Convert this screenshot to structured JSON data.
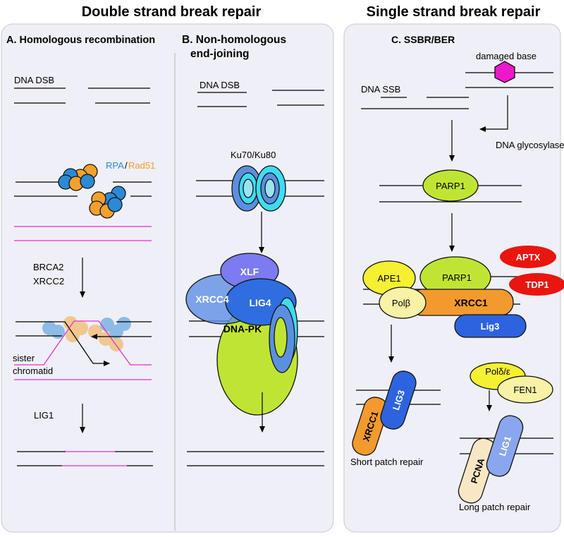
{
  "titles": {
    "dsb": "Double strand break repair",
    "ssb": "Single strand break repair"
  },
  "panel_a": {
    "title": "A. Homologous recombination",
    "dsb_label": "DNA DSB",
    "rpa": "RPA",
    "slash": "/",
    "rad51": "Rad51",
    "brca2": "BRCA2",
    "xrcc2": "XRCC2",
    "sister_1": "sister",
    "sister_2": "chromatid",
    "lig1": "LIG1"
  },
  "panel_b": {
    "title_1": "B.  Non-homologous",
    "title_2": "end-joining",
    "dsb_label": "DNA DSB",
    "ku": "Ku70/Ku80",
    "xlf": "XLF",
    "xrcc4": "XRCC4",
    "lig4": "LIG4",
    "dnapk": "DNA-PK"
  },
  "panel_c": {
    "title": "C. SSBR/BER",
    "damaged_base": "damaged base",
    "ssb_label": "DNA SSB",
    "glycosylase": "DNA glycosylase",
    "parp1_top": "PARP1",
    "ape1": "APE1",
    "parp1_mid": "PARP1",
    "aptx": "APTX",
    "tdp1": "TDP1",
    "polb": "Polβ",
    "xrcc1": "XRCC1",
    "lig3": "Lig3",
    "xrcc1_short": "XRCC1",
    "lig3_short": "LIG3",
    "short_patch": "Short patch repair",
    "pold": "Polδ/ε",
    "fen1": "FEN1",
    "pcna": "PCNA",
    "lig1_long": "LIG1",
    "long_patch": "Long patch repair"
  },
  "colors": {
    "panel_bg": "#efeff7",
    "panel_border": "#c8c8cc",
    "rpa_blue": "#2b8ad6",
    "rad51_orange": "#f4a02c",
    "magenta": "#e62fcf",
    "ku_cyan": "#3fdcf0",
    "ku_blue": "#5b8fe0",
    "xlf": "#7c7bf0",
    "xrcc4": "#5f8ee6",
    "lig4": "#2e6ede",
    "dnapk": "#bfe534",
    "parp1": "#bfe534",
    "ape1": "#f6f032",
    "xrcc1": "#f29a2e",
    "lig3": "#2d63df",
    "red": "#e8160e",
    "polb": "#f7f2a6",
    "pcna": "#f8e6c4",
    "lig1": "#8aa6ee"
  }
}
